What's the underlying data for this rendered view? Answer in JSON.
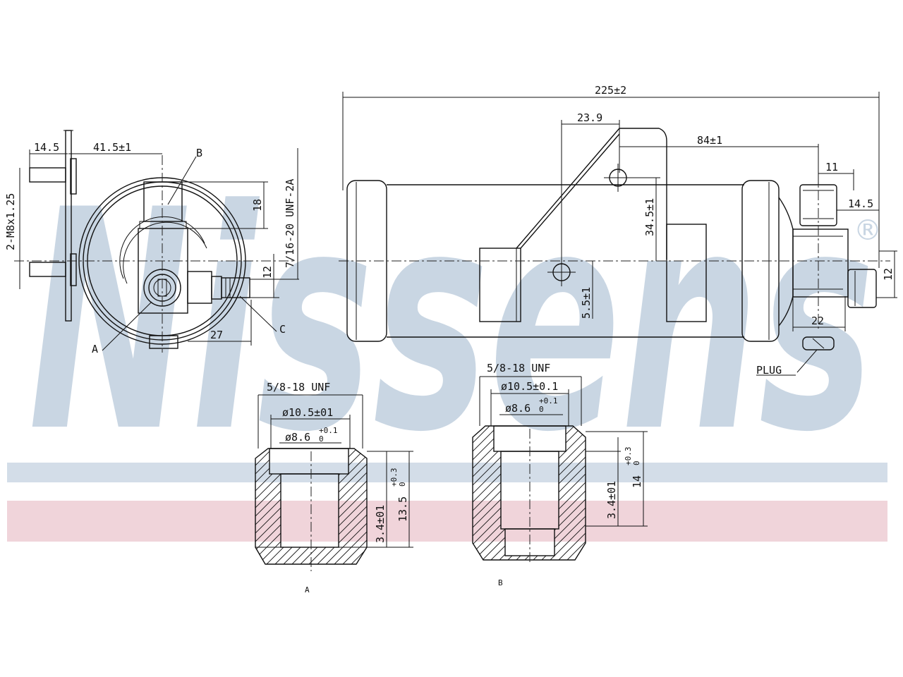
{
  "watermark": {
    "brand_text": "Nissens",
    "registered_mark": "®",
    "letter_color": "#c9d6e3",
    "band_blue_color": "#d3dde8",
    "band_red_color": "#f0d4da"
  },
  "side_view": {
    "dim_14_5": "14.5",
    "dim_41_5": "41.5±1",
    "thread_bolts": "2-M8x1.25",
    "dim_18": "18",
    "thread_outlet": "7/16-20 UNF-2A",
    "dim_12": "12",
    "dim_27": "27",
    "label_A": "A",
    "label_B": "B",
    "label_C": "C"
  },
  "main_view": {
    "dim_overall": "225±2",
    "dim_23_9": "23.9",
    "dim_84": "84±1",
    "dim_11": "11",
    "dim_14_5": "14.5",
    "dim_34_5": "34.5±1",
    "dim_5_5": "5.5±1",
    "dim_12": "12",
    "dim_22": "22",
    "plug_label": "PLUG"
  },
  "section_a": {
    "thread": "5/8-18 UNF",
    "outer_dia": "ø10.5±01",
    "inner_dia": "ø8.6",
    "inner_tol_plus": "+0.1",
    "inner_tol_minus": "0",
    "depth": "3.4±01",
    "height": "13.5",
    "height_tol_plus": "+0.3",
    "height_tol_minus": "0",
    "caption": "A"
  },
  "section_b": {
    "thread": "5/8-18 UNF",
    "outer_dia": "ø10.5±0.1",
    "inner_dia": "ø8.6",
    "inner_tol_plus": "+0.1",
    "inner_tol_minus": "0",
    "depth": "3.4±01",
    "height": "14",
    "height_tol_plus": "+0.3",
    "height_tol_minus": "0",
    "caption": "B"
  }
}
